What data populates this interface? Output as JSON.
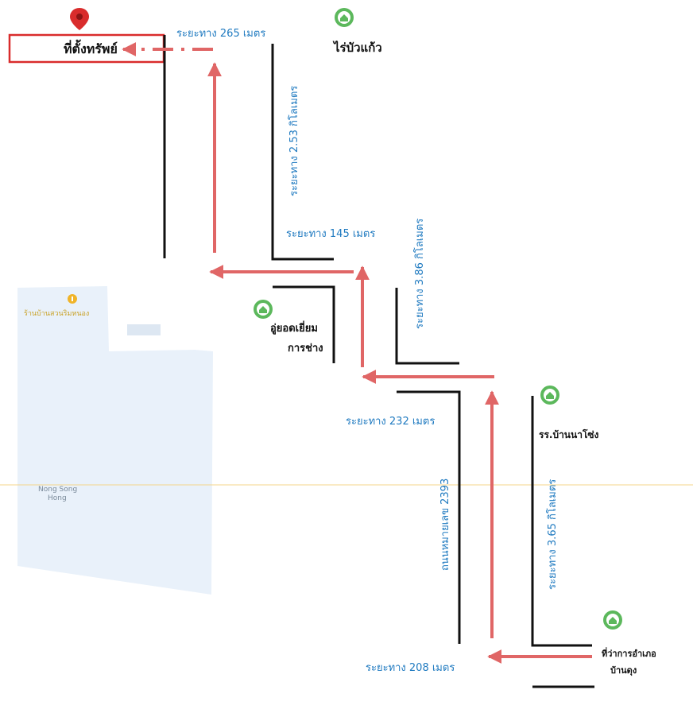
{
  "destination": {
    "label": "ที่ตั้งทรัพย์",
    "pin_color": "#d92c2c"
  },
  "colors": {
    "route": "#e06666",
    "road": "#111111",
    "distance_text": "#1f7ac0",
    "map_area": "#e9f1fa",
    "pin_green": "#4caf50"
  },
  "distances": {
    "d265m": "ระยะทาง  265 เมตร",
    "d253km": "ระยะทาง  2.53 กิโลเมตร",
    "d145m": "ระยะทาง  145 เมตร",
    "d386km": "ระยะทาง  3.86 กิโลเมตร",
    "d232m": "ระยะทาง  232 เมตร",
    "d365km": "ระยะทาง  3.65 กิโลเมตร",
    "d208m": "ระยะทาง  208 เมตร"
  },
  "road_name": "ถนนหมายเลข 2393",
  "landmarks": {
    "rai_bua_kaew": "ไร่บัวแก้ว",
    "garage_line1": "อู่ยอดเยี่ยม",
    "garage_line2": "การช่าง",
    "school": "รร.บ้านนาโซ่ง",
    "district_office_line1": "ที่ว่าการอำเภอ",
    "district_office_line2": "บ้านดุง"
  },
  "map_background": {
    "area_name_line1": "Nong Song",
    "area_name_line2": "Hong",
    "shop_label": "ร้านบ้านสวนริมหนอง"
  }
}
